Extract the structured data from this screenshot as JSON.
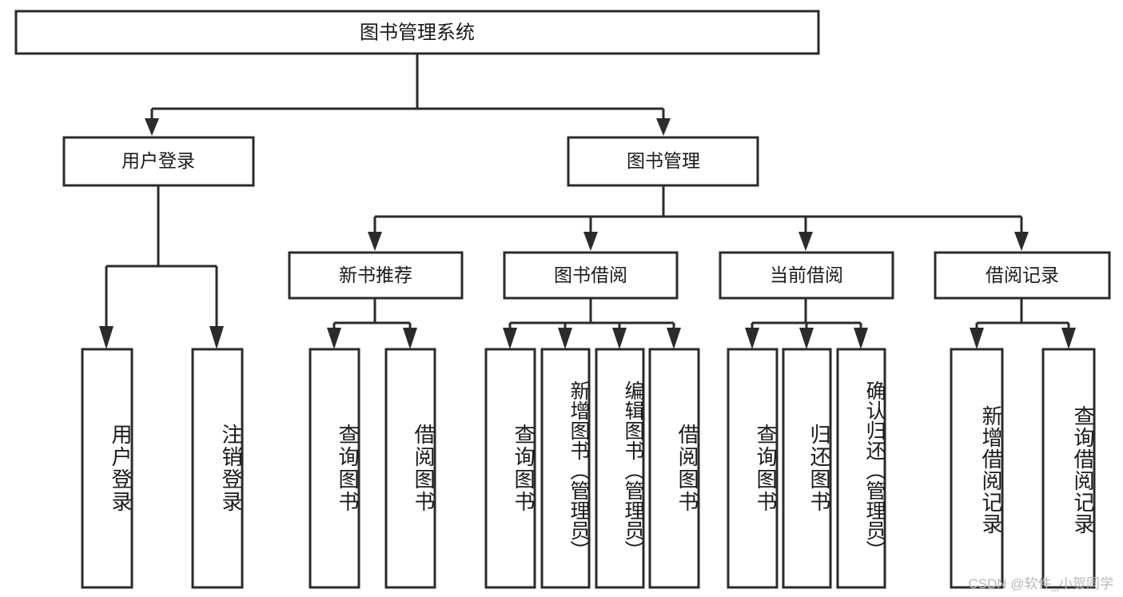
{
  "diagram": {
    "type": "tree",
    "title": "图书管理系统",
    "watermark": "CSDN @软件_小贺同学",
    "colors": {
      "stroke": "#2b2b2b",
      "fill": "#ffffff",
      "text": "#1a1a1a",
      "watermark": "#b9b9b9"
    },
    "nodes": {
      "root": {
        "label": "图书管理系统",
        "level": 0
      },
      "l1": [
        {
          "id": "user_login",
          "label": "用户登录"
        },
        {
          "id": "book_manage",
          "label": "图书管理"
        }
      ],
      "l2": [
        {
          "id": "new_book_rec",
          "label": "新书推荐",
          "parent": "book_manage"
        },
        {
          "id": "book_borrow",
          "label": "图书借阅",
          "parent": "book_manage"
        },
        {
          "id": "current_borrow",
          "label": "当前借阅",
          "parent": "book_manage"
        },
        {
          "id": "borrow_record",
          "label": "借阅记录",
          "parent": "book_manage"
        }
      ],
      "leaves": [
        {
          "id": "leaf_1",
          "label": "用户登录",
          "parent": "user_login"
        },
        {
          "id": "leaf_2",
          "label": "注销登录",
          "parent": "user_login"
        },
        {
          "id": "leaf_3",
          "label": "查询图书",
          "parent": "new_book_rec"
        },
        {
          "id": "leaf_4",
          "label": "借阅图书",
          "parent": "new_book_rec"
        },
        {
          "id": "leaf_5",
          "label": "查询图书",
          "parent": "book_borrow"
        },
        {
          "id": "leaf_6",
          "label": "新增图书（管理员）",
          "parent": "book_borrow"
        },
        {
          "id": "leaf_7",
          "label": "编辑图书（管理员）",
          "parent": "book_borrow"
        },
        {
          "id": "leaf_8",
          "label": "借阅图书",
          "parent": "book_borrow"
        },
        {
          "id": "leaf_9",
          "label": "查询图书",
          "parent": "current_borrow"
        },
        {
          "id": "leaf_10",
          "label": "归还图书",
          "parent": "current_borrow"
        },
        {
          "id": "leaf_11",
          "label": "确认归还（管理员）",
          "parent": "current_borrow"
        },
        {
          "id": "leaf_12",
          "label": "新增借阅记录",
          "parent": "borrow_record"
        },
        {
          "id": "leaf_13",
          "label": "查询借阅记录",
          "parent": "borrow_record"
        }
      ]
    }
  }
}
